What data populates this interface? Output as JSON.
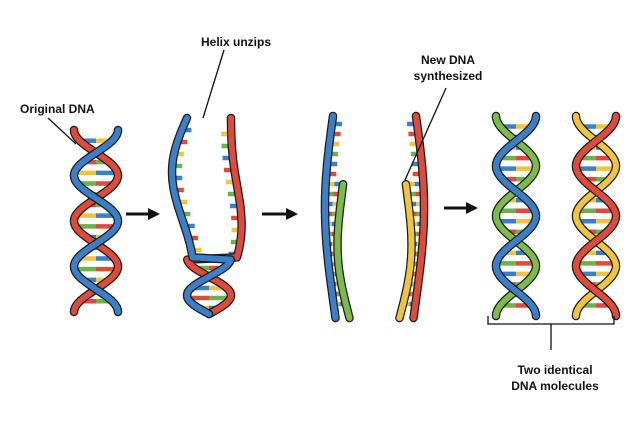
{
  "labels": {
    "original_dna": "Original DNA",
    "helix_unzips": "Helix unzips",
    "new_dna_line1": "New DNA",
    "new_dna_line2": "synthesized",
    "result_line1": "Two identical",
    "result_line2": "DNA molecules"
  },
  "stages": [
    {
      "name": "original-helix",
      "strands": [
        "blue",
        "red"
      ]
    },
    {
      "name": "unzipping-helix",
      "strands": [
        "blue",
        "red"
      ]
    },
    {
      "name": "replicating-strands",
      "pairs": [
        [
          "blue",
          "green"
        ],
        [
          "red",
          "yellow"
        ]
      ]
    },
    {
      "name": "two-daughter-helices",
      "pairs": [
        [
          "blue",
          "green"
        ],
        [
          "red",
          "yellow"
        ]
      ]
    }
  ],
  "colors": {
    "blue": "#3a7fc9",
    "red": "#e04a3b",
    "green": "#7cba4a",
    "yellow": "#f0c53a",
    "outline": "#1a1a1a",
    "arrow": "#111111",
    "base_palette": [
      "#3a7fc9",
      "#e04a3b",
      "#f0c53a",
      "#6cb24a"
    ]
  }
}
